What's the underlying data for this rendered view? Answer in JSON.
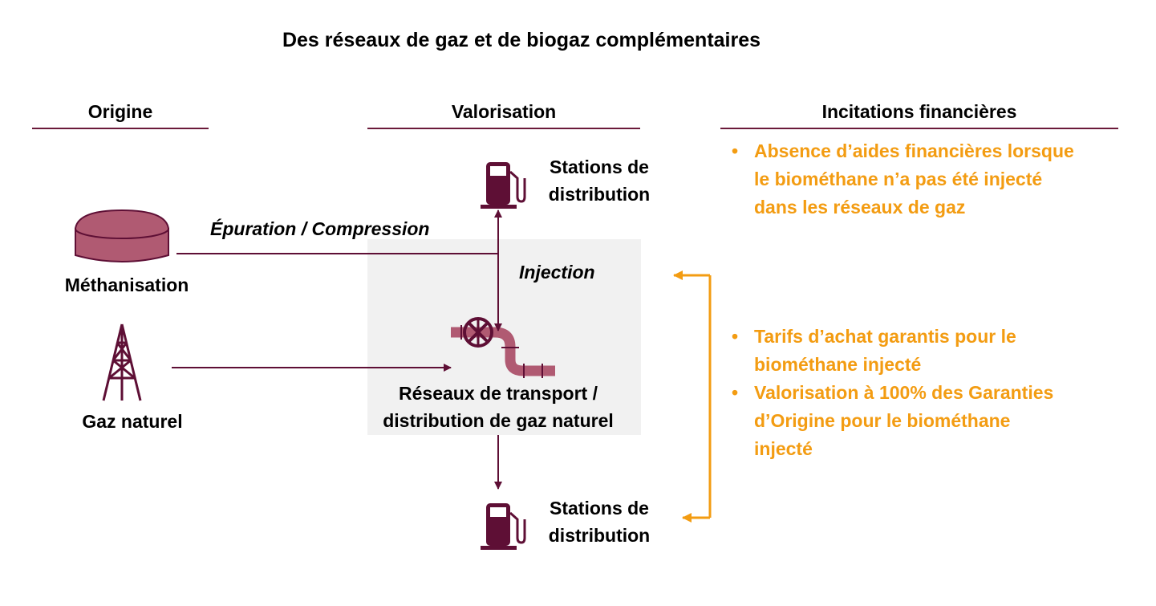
{
  "title": "Des réseaux de gaz et de biogaz complémentaires",
  "columns": {
    "origine": "Origine",
    "valorisation": "Valorisation",
    "incitations": "Incitations financières"
  },
  "origin": {
    "methanisation": "Méthanisation",
    "gaz_naturel": "Gaz naturel"
  },
  "flow": {
    "epuration": "Épuration / Compression",
    "injection": "Injection",
    "reseaux_line1": "Réseaux de transport /",
    "reseaux_line2": "distribution de gaz naturel",
    "station_top_line1": "Stations de",
    "station_top_line2": "distribution",
    "station_bottom_line1": "Stations de",
    "station_bottom_line2": "distribution"
  },
  "incentives": {
    "bullet_char": "•",
    "top": [
      "Absence d’aides financières lorsque",
      "le biométhane n’a pas été injecté",
      "dans les réseaux de gaz"
    ],
    "bottom1": [
      "Tarifs d’achat garantis pour le",
      "biométhane injecté"
    ],
    "bottom2": [
      "Valorisation à 100% des Garanties",
      "d’Origine pour le biométhane",
      "injecté"
    ]
  },
  "colors": {
    "dark": "#5e0f35",
    "pipe": "#b05a72",
    "orange": "#f39c12",
    "shade": "#f1f1f1"
  }
}
